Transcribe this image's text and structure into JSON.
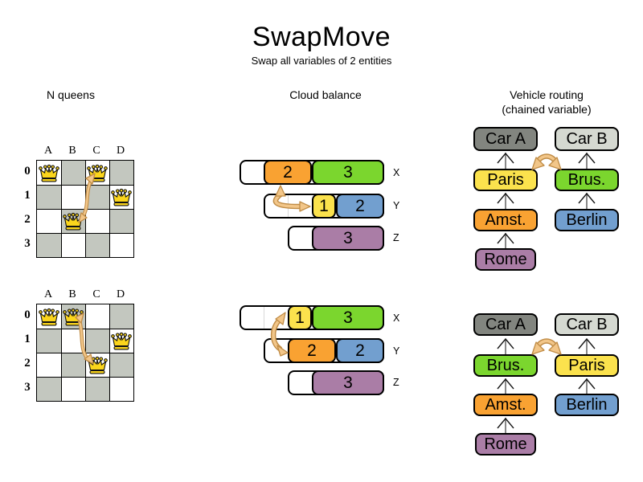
{
  "palette": {
    "orange": "#f9a232",
    "green": "#7bd62e",
    "yellow": "#fbe24d",
    "blue": "#729fcf",
    "plum": "#aa7da6",
    "cardark": "#82857f",
    "carlight": "#d5d9d1",
    "boardgray": "#c3c7bf",
    "tanfill": "#f2c689",
    "tanstroke": "#c08c46"
  },
  "header": {
    "title": "SwapMove",
    "subtitle": "Swap all variables of 2 entities"
  },
  "nqueens": {
    "section_title": "N queens",
    "column_headers": [
      "A",
      "B",
      "C",
      "D"
    ],
    "row_headers": [
      "0",
      "1",
      "2",
      "3"
    ],
    "before": {
      "queens": [
        "A0",
        "C0",
        "D1",
        "B2"
      ],
      "swap": [
        "C0",
        "B2"
      ]
    },
    "after": {
      "queens": [
        "A0",
        "B0",
        "D1",
        "C2"
      ],
      "swap": [
        "B0",
        "C2"
      ]
    }
  },
  "cloud": {
    "section_title": "Cloud balance",
    "computers": [
      "X",
      "Y",
      "Z"
    ],
    "before": {
      "X": [
        {
          "value": "2",
          "color": "orange"
        },
        {
          "value": "3",
          "color": "green"
        }
      ],
      "Y": [
        {
          "value": "1",
          "color": "yellow"
        },
        {
          "value": "2",
          "color": "blue"
        }
      ],
      "Z": [
        {
          "value": "3",
          "color": "plum"
        }
      ]
    },
    "after": {
      "X": [
        {
          "value": "1",
          "color": "yellow"
        },
        {
          "value": "3",
          "color": "green"
        }
      ],
      "Y": [
        {
          "value": "2",
          "color": "orange"
        },
        {
          "value": "2",
          "color": "blue"
        }
      ],
      "Z": [
        {
          "value": "3",
          "color": "plum"
        }
      ]
    }
  },
  "vehicle_routing": {
    "section_title_line1": "Vehicle routing",
    "section_title_line2": "(chained variable)",
    "before": {
      "left_chain": [
        "Car A",
        "Paris",
        "Amst.",
        "Rome"
      ],
      "right_chain": [
        "Car B",
        "Brus.",
        "Berlin"
      ]
    },
    "after": {
      "left_chain": [
        "Car A",
        "Brus.",
        "Amst.",
        "Rome"
      ],
      "right_chain": [
        "Car B",
        "Paris",
        "Berlin"
      ]
    }
  }
}
